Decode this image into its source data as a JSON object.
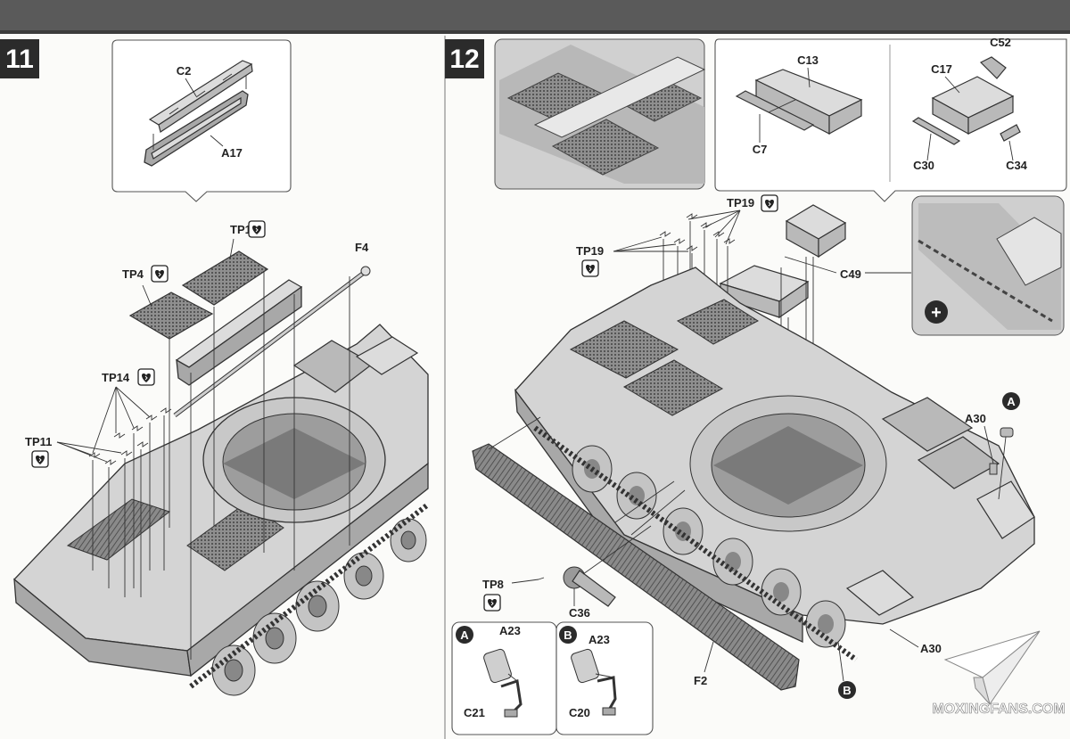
{
  "step11": {
    "number": "11",
    "parts": {
      "c2": "C2",
      "a17": "A17",
      "tp1": "TP1",
      "tp4": "TP4",
      "f4": "F4",
      "tp14": "TP14",
      "tp11": "TP11"
    }
  },
  "step12": {
    "number": "12",
    "parts": {
      "c13": "C13",
      "c7": "C7",
      "c52": "C52",
      "c17": "C17",
      "c30": "C30",
      "c34": "C34",
      "tp19_top": "TP19",
      "tp19_left": "TP19",
      "c49": "C49",
      "a30_upper": "A30",
      "a30_lower": "A30",
      "tp8": "TP8",
      "c36": "C36",
      "f2": "F2",
      "a23_a": "A23",
      "c21": "C21",
      "a23_b": "A23",
      "c20": "C20"
    },
    "markers": {
      "a_marker": "A",
      "b_marker": "B",
      "plus": "+"
    }
  },
  "watermark": "MOXINGFANS.COM",
  "icons": [
    "glue-icon",
    "plus-icon",
    "paper-plane-icon"
  ],
  "colors": {
    "step_badge": "#2b2b2b",
    "marker": "#2b2b2b",
    "paper": "#fbfbf9"
  }
}
